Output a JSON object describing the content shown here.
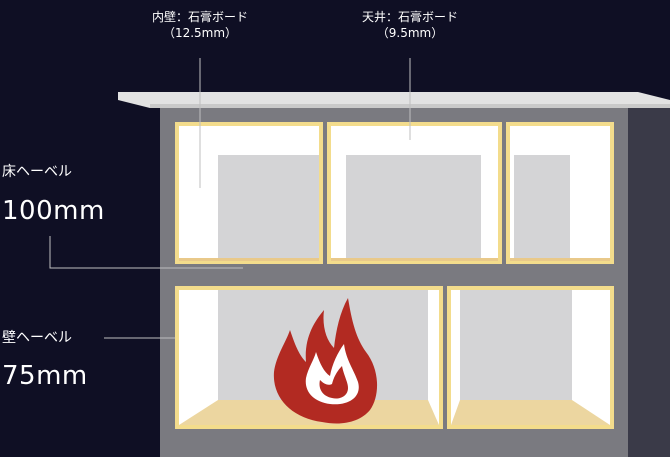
{
  "labels": {
    "inner_wall": {
      "title": "内壁：石膏ボード",
      "spec": "（12.5mm）"
    },
    "ceiling": {
      "title": "天井：石膏ボード",
      "spec": "（9.5mm）"
    },
    "floor_level": {
      "title": "床ヘーベル",
      "value": "100mm"
    },
    "wall_level": {
      "title": "壁ヘーベル",
      "value": "75mm"
    }
  },
  "colors": {
    "background": "#0f0f24",
    "structure": "#7a7a80",
    "roof": "#e2e2e2",
    "room_interior": "#ffffff",
    "back_wall": "#d4d4d6",
    "insulation_edge": "#f3dc8c",
    "floor_wood": "#ecd6a0",
    "flame_outer": "#b22a22",
    "flame_inner": "#ffffff",
    "leader_line": "#bfbfbf"
  },
  "icons": {
    "flame": "fire-icon"
  }
}
